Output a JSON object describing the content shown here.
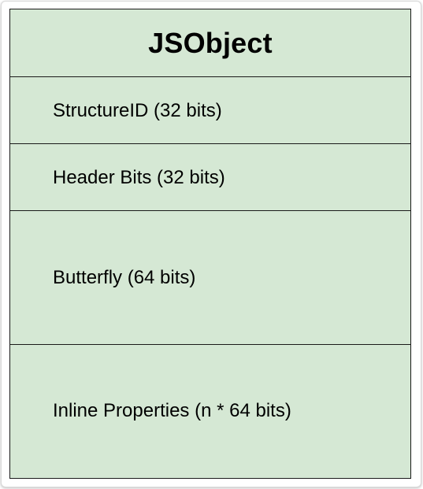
{
  "diagram": {
    "title": "JSObject",
    "fields": [
      {
        "label": "StructureID (32 bits)"
      },
      {
        "label": "Header Bits (32 bits)"
      },
      {
        "label": "Butterfly (64 bits)"
      },
      {
        "label": "Inline Properties (n * 64 bits)"
      }
    ],
    "colors": {
      "fill": "#d5e8d4",
      "stroke": "#1a1a1a"
    }
  }
}
